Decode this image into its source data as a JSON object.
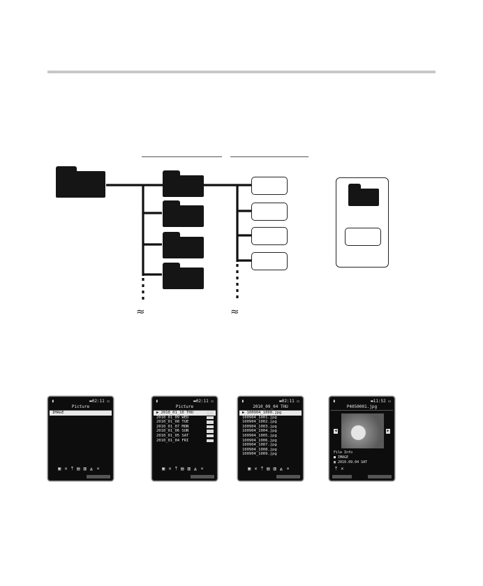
{
  "screens": [
    {
      "title": "Picture",
      "rows": [
        "IMAGE"
      ],
      "icons": "▣ ✕ ⤒ ▤ ▥ ◭ ∝"
    },
    {
      "title": "Picture",
      "rows": [
        "▶ 2010_01_10 THU",
        "2010_01_09 WED",
        "2010_01_08 TUE",
        "2010_01_07 MON",
        "2010_01_06 SUN",
        "2010_01_05 SAT",
        "2010_01_04 FRI"
      ],
      "icons": "▣ ✕ ⤒ ▤ ▥ ◭ ∝"
    },
    {
      "title": "2010_09_04 THU",
      "rows": [
        "▶ 100904_1000.jpg",
        "100904_1001.jpg",
        "100904_1002.jpg",
        "100904_1003.jpg",
        "100904_1004.jpg",
        "100904_1005.jpg",
        "100904_1006.jpg",
        "100904_1007.jpg",
        "100904_1008.jpg",
        "100904_1009.jpg"
      ],
      "icons": "▣ ✕ ⤒ ▤ ▥ ◭ ∝"
    },
    {
      "title": "P4050001.jpg",
      "info_label": "File Info",
      "folder": "IMAGE",
      "date": "2010.09.04 SAT",
      "icons": "⤒ ✕"
    }
  ],
  "icons": {
    "folder": "folder-icon",
    "file": "file-icon",
    "squiggle": "continuation-icon"
  }
}
